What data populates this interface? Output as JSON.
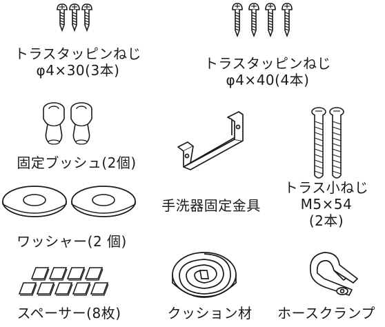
{
  "items": [
    {
      "id": "screws-30",
      "lines": [
        "トラスタッピンねじ",
        "φ4×30(3本)"
      ]
    },
    {
      "id": "screws-40",
      "lines": [
        "トラスタッピンねじ",
        "φ4×40(4本)"
      ]
    },
    {
      "id": "bushing",
      "lines": [
        "固定ブッシュ(2個)"
      ]
    },
    {
      "id": "bracket",
      "lines": [
        "手洗器固定金具"
      ]
    },
    {
      "id": "machine-screws",
      "lines": [
        "トラス小ねじ",
        "M5×54",
        "(2本)"
      ]
    },
    {
      "id": "washers",
      "lines": [
        "ワッシャー(2 個)"
      ]
    },
    {
      "id": "spacers",
      "lines": [
        "スペーサー(8枚)"
      ]
    },
    {
      "id": "cushion",
      "lines": [
        "クッション材"
      ]
    },
    {
      "id": "clamp",
      "lines": [
        "ホースクランプ"
      ]
    }
  ],
  "colors": {
    "ink": "#1a1a1a",
    "paper": "#ffffff"
  }
}
